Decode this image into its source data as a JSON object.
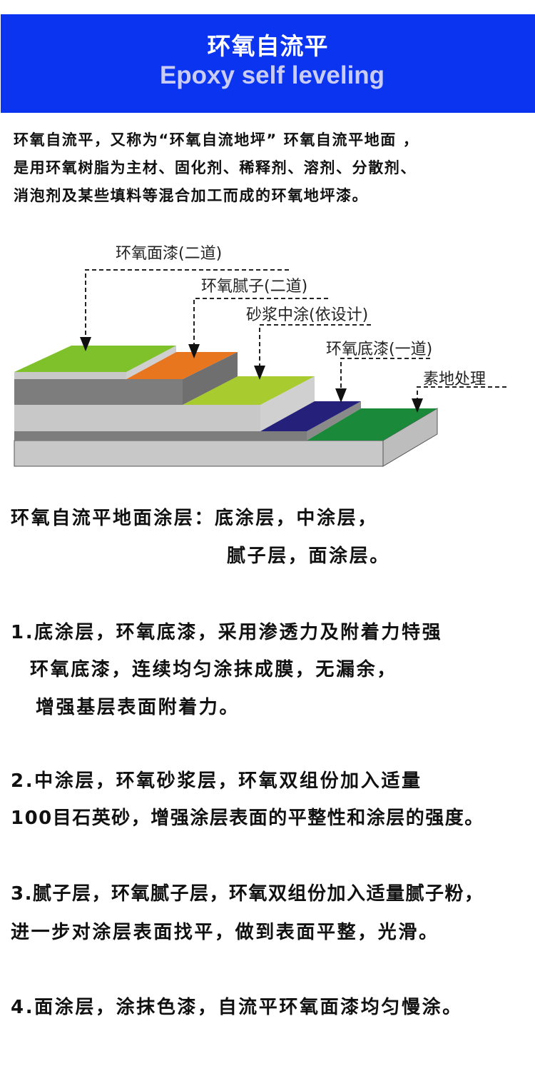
{
  "header": {
    "title": "环氧自流平",
    "subtitle": "Epoxy self leveling",
    "background": "#0a34ef"
  },
  "intro": [
    "环氧自流平，又称为“环氧自流地坪” 环氧自流平地面 ，",
    "是用环氧树脂为主材、固化剂、稀释剂、溶剂、分散剂、",
    "消泡剂及某些填料等混合加工而成的环氧地坪漆。"
  ],
  "diagram": {
    "labels": [
      "环氧面漆(二道)",
      "环氧腻子(二道)",
      "砂浆中涂(依设计)",
      "环氧底漆(一道)",
      "素地处理"
    ],
    "colors": {
      "top_coat": "#7fc12a",
      "putty": "#e8761e",
      "mortar": "#a8cc30",
      "primer": "#25207a",
      "substrate": "#1a8a3a",
      "gray_light": "#c8c8c8",
      "gray_dark": "#7d7d7d"
    }
  },
  "body": {
    "summary": [
      "环氧自流平地面涂层：底涂层，中涂层，",
      "腻子层，面涂层。"
    ],
    "section1": [
      "1.底涂层，环氧底漆，采用渗透力及附着力特强",
      "环氧底漆，连续均匀涂抹成膜，无漏余，",
      "增强基层表面附着力。"
    ],
    "section2": [
      "2.中涂层，环氧砂浆层，环氧双组份加入适量",
      "100目石英砂，增强涂层表面的平整性和涂层的强度。"
    ],
    "section3": [
      "3.腻子层，环氧腻子层，环氧双组份加入适量腻子粉，",
      "进一步对涂层表面找平，做到表面平整，光滑。"
    ],
    "section4": [
      "4.面涂层，涂抹色漆，自流平环氧面漆均匀慢涂。"
    ]
  }
}
